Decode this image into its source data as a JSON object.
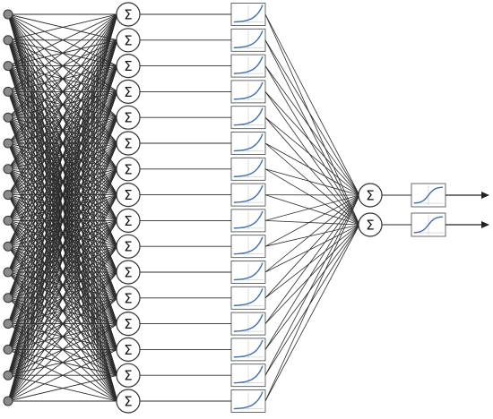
{
  "network": {
    "input_count": 16,
    "hidden_count": 16,
    "output_count": 2,
    "sum_symbol": "Σ",
    "hidden_activation_icon": "exponential-curve-icon",
    "output_activation_icon": "sigmoid-curve-icon",
    "output_arrow_icon": "arrow-right-icon"
  },
  "colors": {
    "connection": "#2b2b2b",
    "input_node_fill": "#8a8a8a",
    "curve": "#3b6fb0"
  }
}
